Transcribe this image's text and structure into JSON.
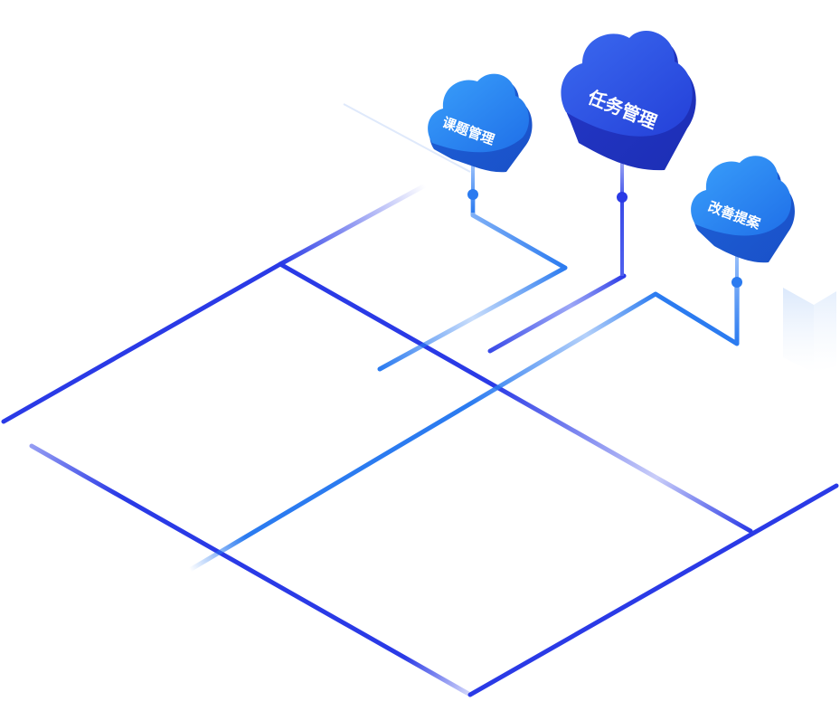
{
  "clouds": {
    "topic": {
      "label": "课题管理"
    },
    "task": {
      "label": "任务管理"
    },
    "proposal": {
      "label": "改善提案"
    }
  },
  "colors": {
    "primary": "#2a3ae6",
    "accent": "#2b7bf0",
    "cloud_light": "#2f8cf5",
    "cloud_dark": "#2456e6"
  }
}
